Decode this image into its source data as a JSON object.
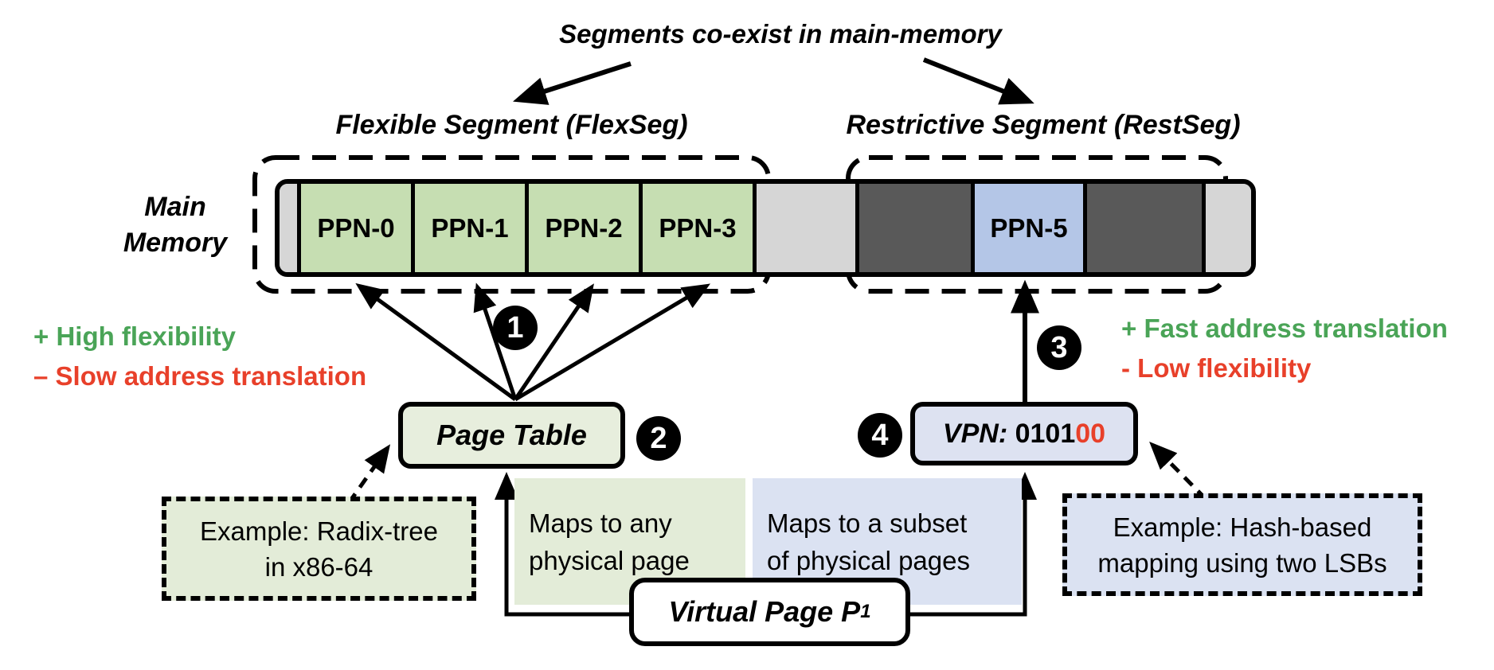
{
  "title": {
    "text": "Segments co-exist in main-memory"
  },
  "segments": {
    "flexseg": {
      "label": "Flexible Segment (FlexSeg)"
    },
    "restseg": {
      "label": "Restrictive Segment (RestSeg)"
    }
  },
  "main_memory": {
    "label_line1": "Main",
    "label_line2": "Memory",
    "cells": [
      {
        "type": "gray",
        "label": ""
      },
      {
        "type": "green",
        "label": "PPN-0"
      },
      {
        "type": "green",
        "label": "PPN-1"
      },
      {
        "type": "green",
        "label": "PPN-2"
      },
      {
        "type": "green",
        "label": "PPN-3"
      },
      {
        "type": "gray",
        "label": ""
      },
      {
        "type": "dark",
        "label": ""
      },
      {
        "type": "blue",
        "label": "PPN-5"
      },
      {
        "type": "dark",
        "label": ""
      },
      {
        "type": "gray",
        "label": ""
      }
    ]
  },
  "annotations": {
    "flex_pro": "+ High flexibility",
    "flex_con": "– Slow address translation",
    "rest_pro": "+ Fast address translation",
    "rest_con": "- Low flexibility"
  },
  "steps": {
    "one": "1",
    "two": "2",
    "three": "3",
    "four": "4"
  },
  "page_table": {
    "label": "Page Table"
  },
  "vpn": {
    "prefix": "VPN:",
    "space": " ",
    "bits_black": "0101",
    "bits_red": "00"
  },
  "virtual_page": {
    "label": "Virtual Page P",
    "subscript": "1"
  },
  "notes": {
    "maps_any_line1": "Maps to any",
    "maps_any_line2": "physical page",
    "maps_subset_line1": "Maps to a subset",
    "maps_subset_line2": "of physical pages",
    "flex_example_line1": "Example: Radix-tree",
    "flex_example_line2": "in x86-64",
    "rest_example_line1": "Example: Hash-based",
    "rest_example_line2": "mapping using two LSBs"
  },
  "colors": {
    "positive_text": "#4aa457",
    "negative_text": "#e8402a",
    "vpn_red_bits": "#e8402a",
    "cell_green": "#c6deb2",
    "cell_blue": "#b4c6e7",
    "cell_dark": "#595959",
    "cell_gray": "#d6d6d6",
    "pagetable_fill": "#e7eedd",
    "vpnbox_fill": "#dde2f1",
    "panel_green": "#e3ecd8",
    "panel_blue": "#dbe2f2"
  }
}
